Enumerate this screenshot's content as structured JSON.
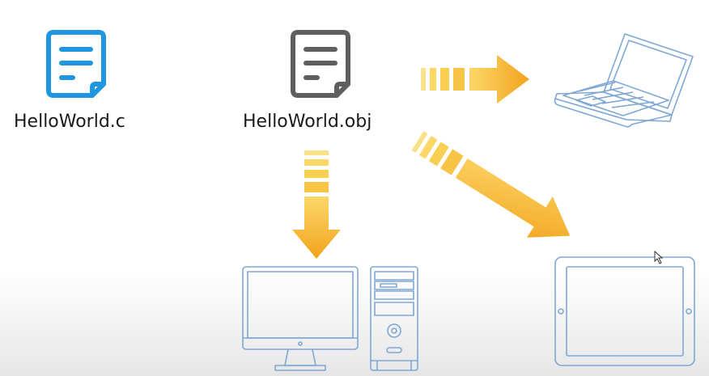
{
  "files": {
    "source": {
      "label": "HelloWorld.c",
      "icon": "document-icon",
      "color": "#1e96e0"
    },
    "object": {
      "label": "HelloWorld.obj",
      "icon": "document-icon",
      "color": "#5f5f5f"
    }
  },
  "targets": [
    {
      "name": "laptop",
      "icon": "laptop-icon"
    },
    {
      "name": "desktop",
      "icon": "desktop-monitor-icon"
    },
    {
      "name": "tower",
      "icon": "pc-tower-icon"
    },
    {
      "name": "tablet",
      "icon": "tablet-icon"
    }
  ],
  "colors": {
    "arrow_light": "#fbd35a",
    "arrow_dark": "#f2a31c",
    "device_line": "#7fa7d6"
  }
}
